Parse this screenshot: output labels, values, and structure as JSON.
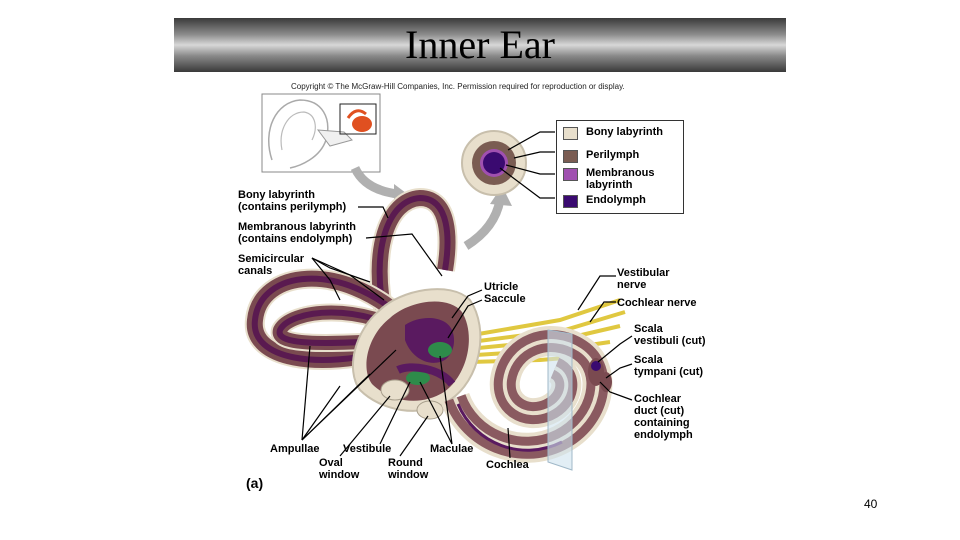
{
  "title": "Inner Ear",
  "copyright": "Copyright © The McGraw-Hill Companies, Inc. Permission required for reproduction or display.",
  "legend": [
    {
      "label": "Bony labyrinth",
      "color": "#e8dfcc"
    },
    {
      "label": "Perilymph",
      "color": "#7a5c52"
    },
    {
      "label": "Membranous\nlabyrinth",
      "color": "#a050b0"
    },
    {
      "label": "Endolymph",
      "color": "#3a0a70"
    }
  ],
  "labels": {
    "bony_labyrinth": "Bony labyrinth\n(contains perilymph)",
    "membranous_labyrinth": "Membranous labyrinth\n(contains endolymph)",
    "semicircular_canals": "Semicircular\ncanals",
    "utricle_saccule": "Utricle\nSaccule",
    "vestibular_nerve": "Vestibular\nnerve",
    "cochlear_nerve": "Cochlear nerve",
    "scala_vestibuli": "Scala\nvestibuli (cut)",
    "scala_tympani": "Scala\ntympani (cut)",
    "cochlear_duct": "Cochlear\nduct (cut)\ncontaining\nendolymph",
    "ampullae": "Ampullae",
    "vestibule": "Vestibule",
    "maculae": "Maculae",
    "oval_window": "Oval\nwindow",
    "round_window": "Round\nwindow",
    "cochlea": "Cochlea",
    "panel": "(a)"
  },
  "page_number": "40"
}
